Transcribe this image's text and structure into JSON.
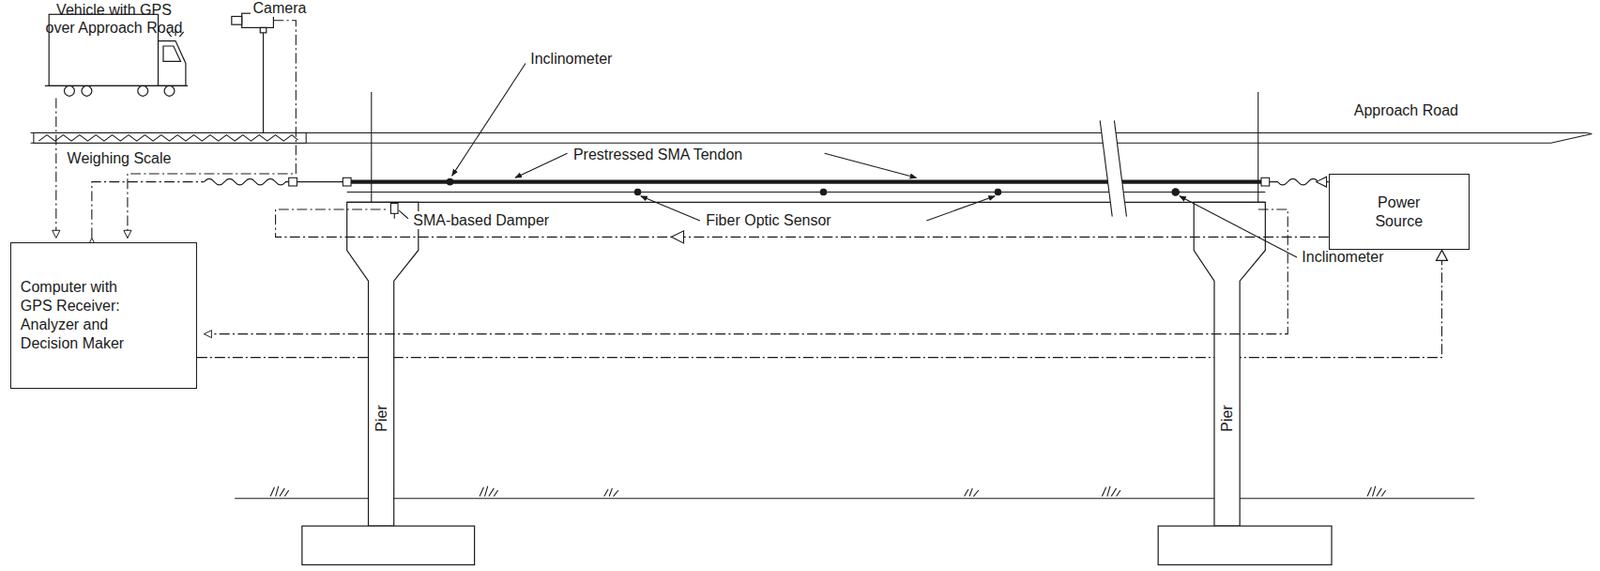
{
  "diagram": {
    "nodes": [
      {
        "text": [
          "Computer with GPS Receiver: Analyzer and Decision Maker"
        ]
      },
      {
        "text": [
          "Power Source"
        ]
      }
    ],
    "edges": [
      {
        "from": 0,
        "to": 1,
        "arrow": "to"
      }
    ],
    "labels": [
      "Vehicle with GPS over Approach Road",
      "Camera",
      "Inclinometer",
      "Approach Road",
      "Weighing Scale",
      "Prestressed SMA Tendon",
      "SMA-based Damper",
      "Fiber Optic Sensor",
      "Inclinometer",
      "Pier",
      "Pier"
    ]
  }
}
